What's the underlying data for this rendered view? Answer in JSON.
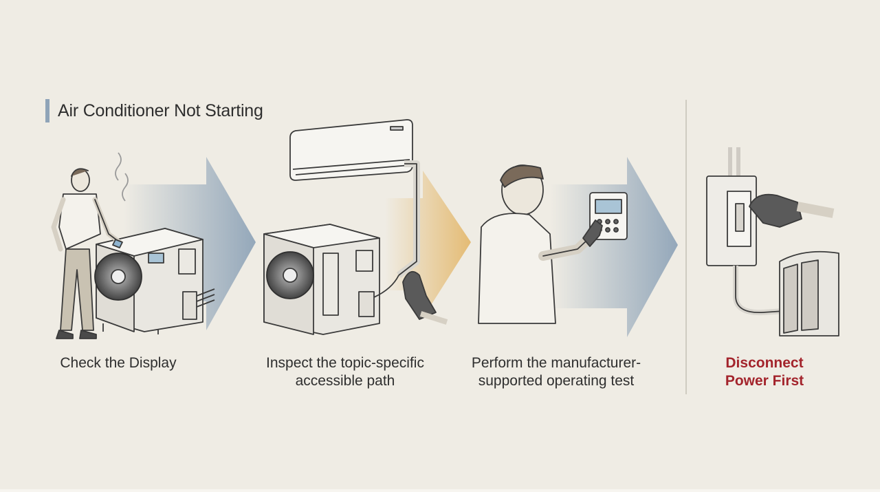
{
  "title": "Air Conditioner Not Starting",
  "steps": [
    {
      "label": "Check the Display",
      "icon": "outdoor-ac-unit-icon"
    },
    {
      "label": "Inspect the topic-specific accessible path",
      "icon": "split-ac-system-icon"
    },
    {
      "label": "Perform the manufacturer-supported operating test",
      "icon": "thermostat-panel-icon"
    }
  ],
  "warning": {
    "label": "Disconnect Power First",
    "color": "#a3242c",
    "icon": "power-disconnect-switch-icon"
  },
  "colors": {
    "arrow_blue": "#8fa4b8",
    "arrow_gold": "#e3b668",
    "title_bar": "#8fa4b8",
    "background": "#efece4"
  }
}
